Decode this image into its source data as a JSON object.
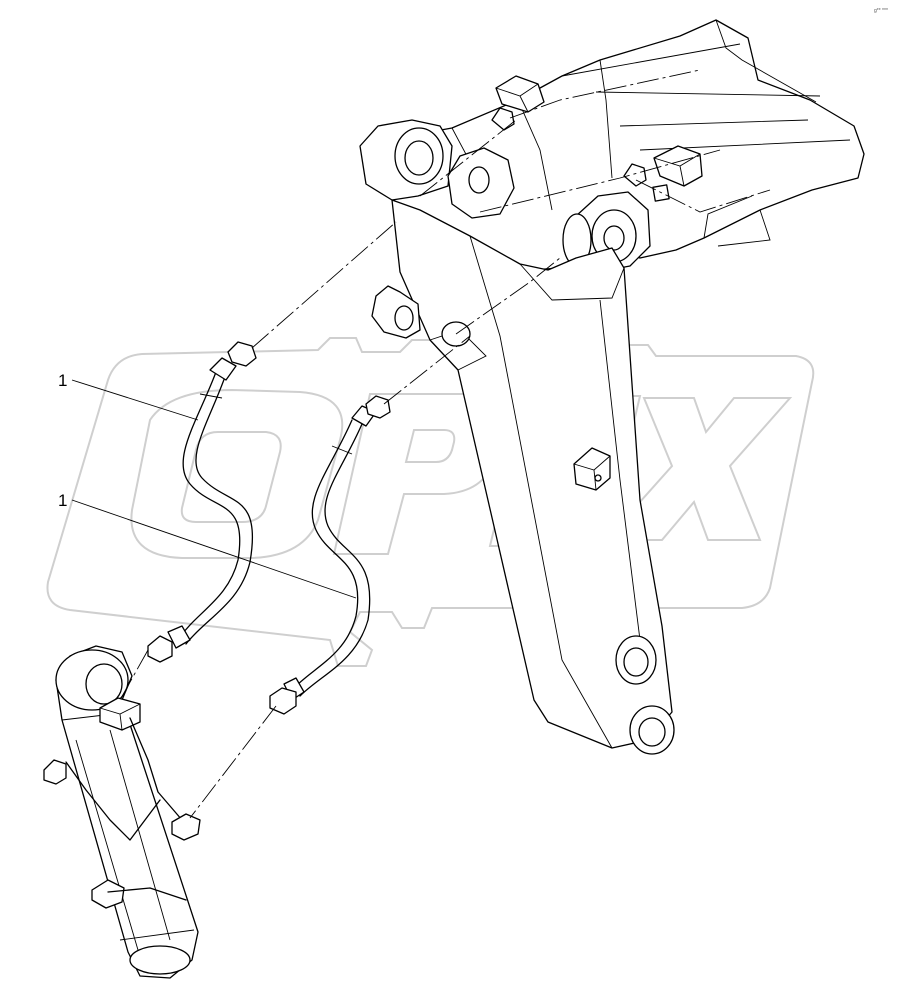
{
  "callouts": [
    {
      "label": "1"
    },
    {
      "label": "1"
    }
  ],
  "watermark": {
    "text": "OPEX"
  },
  "corner_code": "g** ***",
  "colors": {
    "line": "#000000",
    "watermark": "#cfcfcf",
    "background": "#ffffff"
  }
}
